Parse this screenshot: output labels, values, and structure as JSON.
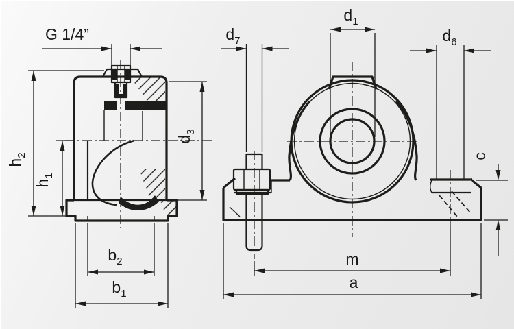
{
  "drawing": {
    "labels": {
      "g_thread": "G 1/4”",
      "h2": {
        "base": "h",
        "sub": "2"
      },
      "h1": {
        "base": "h",
        "sub": "1"
      },
      "d3": {
        "base": "d",
        "sub": "3"
      },
      "b2": {
        "base": "b",
        "sub": "2"
      },
      "b1": {
        "base": "b",
        "sub": "1"
      },
      "d7": {
        "base": "d",
        "sub": "7"
      },
      "d1": {
        "base": "d",
        "sub": "1"
      },
      "d6": {
        "base": "d",
        "sub": "6"
      },
      "c": "c",
      "m": "m",
      "a": "a"
    },
    "colors": {
      "line": "#1d1d1b",
      "background": "#ececec"
    }
  }
}
